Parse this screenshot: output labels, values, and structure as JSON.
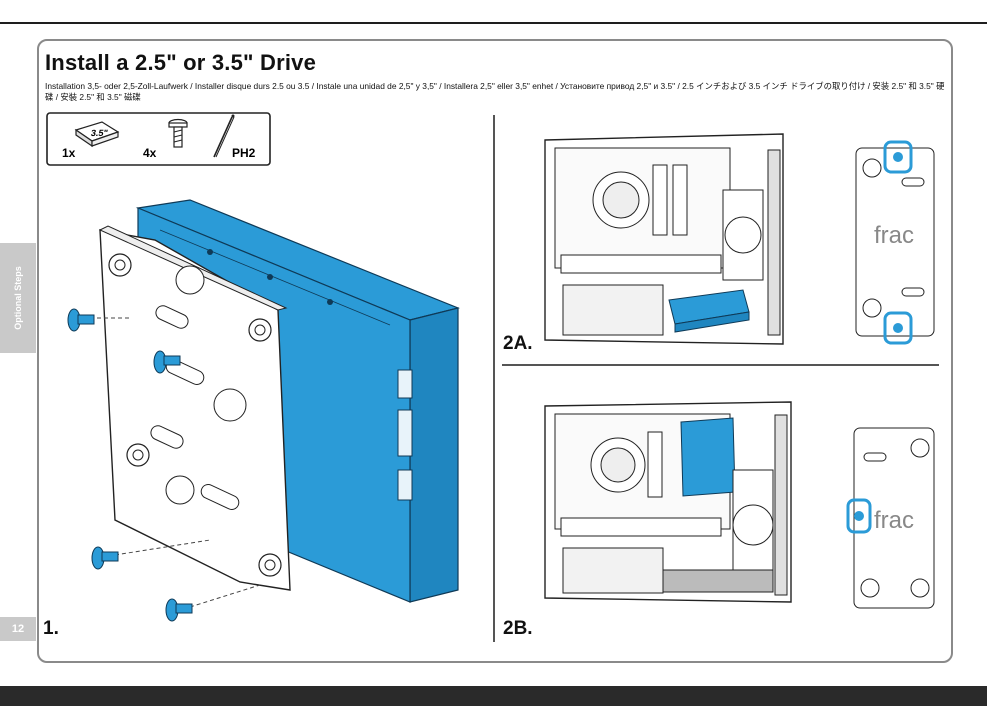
{
  "header": {
    "title": "Install a 2.5\" or 3.5\" Drive",
    "subtitle": "Installation 3,5- oder 2,5-Zoll-Laufwerk / Installer disque durs 2.5 ou 3.5 / Instale una unidad de 2,5\" y 3,5\" / Installera 2,5\" eller 3,5\" enhet / Установите привод 2,5\" и 3.5\" / 2.5 インチおよび 3.5 インチ ドライブの取り付け / 安装 2.5\" 和 3.5\"  硬碟 / 安裝 2.5\" 和 3.5\" 磁碟"
  },
  "side_tab": {
    "label": "Optional Steps"
  },
  "page_number": "12",
  "parts": {
    "drive_label": "3.5\"",
    "drive_qty": "1x",
    "screw_qty": "4x",
    "tool_label": "PH2"
  },
  "steps": {
    "step1": "1.",
    "step2a": "2A.",
    "step2b": "2B."
  },
  "logo_text": "frac",
  "colors": {
    "accent_blue": "#2b9bd7",
    "frame_gray": "#8a8a8a",
    "tab_gray": "#c9c9c9",
    "bar_dark": "#2a2a2a"
  }
}
